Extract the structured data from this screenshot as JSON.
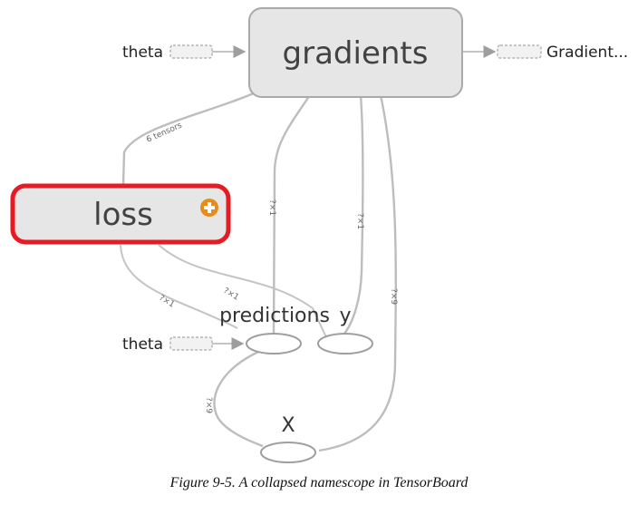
{
  "nodes": {
    "gradients": "gradients",
    "loss": "loss",
    "predictions": "predictions",
    "y": "y",
    "X": "X",
    "theta_top": "theta",
    "theta_mid": "theta",
    "gradient_output": "Gradient..."
  },
  "edge_labels": {
    "to_loss": "6 tensors",
    "pred_to_grad": "?×1",
    "y_to_grad": "?×1",
    "x_to_grad": "?×9",
    "loss_pred_a": "?×1",
    "loss_pred_b": "?×1",
    "x_to_pred": "?×9"
  },
  "colors": {
    "loss_border": "#e51c23",
    "expand_icon": "#e58c1b",
    "node_fill": "#e6e6e6"
  },
  "icons": {
    "expand": "plus-circle-icon"
  },
  "caption": "Figure 9-5. A collapsed namescope in TensorBoard"
}
